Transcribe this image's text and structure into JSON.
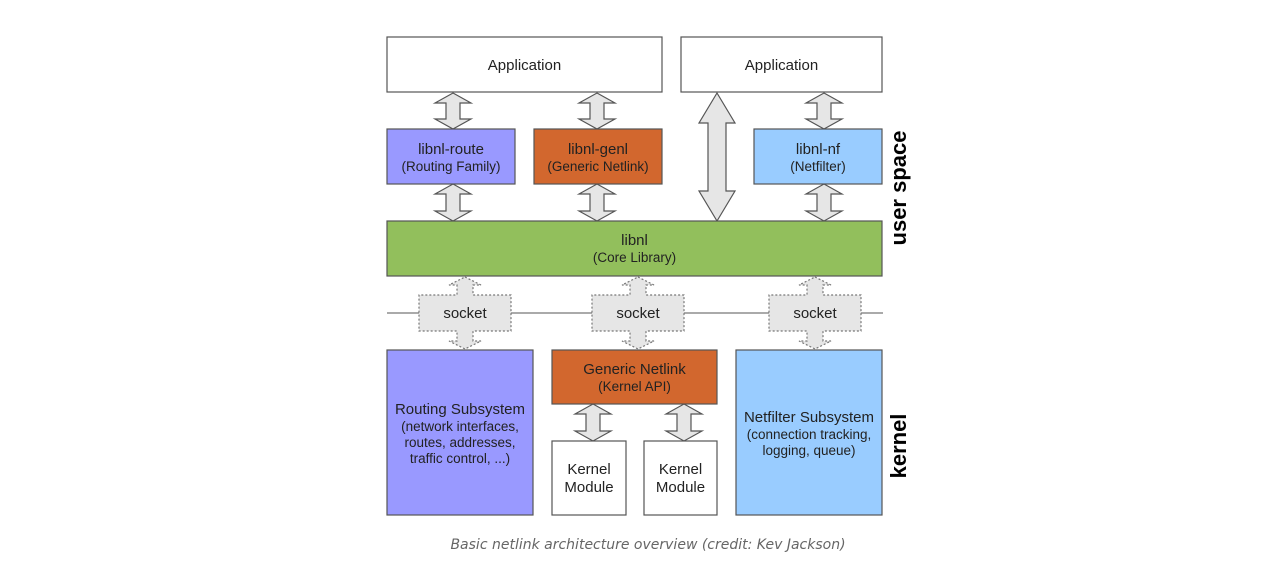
{
  "colors": {
    "route": "#9999ff",
    "genl": "#d2672e",
    "nf": "#99ccff",
    "core": "#92bf5c",
    "white": "#ffffff",
    "arrow_fill": "#e6e6e6",
    "stroke": "#555555"
  },
  "user_space": {
    "label": "user space",
    "applications": [
      {
        "label": "Application"
      },
      {
        "label": "Application"
      }
    ],
    "libraries": [
      {
        "name": "libnl-route",
        "sub": "(Routing Family)"
      },
      {
        "name": "libnl-genl",
        "sub": "(Generic Netlink)"
      },
      {
        "name": "libnl-nf",
        "sub": "(Netfilter)"
      }
    ],
    "core": {
      "name": "libnl",
      "sub": "(Core Library)"
    }
  },
  "sockets": [
    {
      "label": "socket"
    },
    {
      "label": "socket"
    },
    {
      "label": "socket"
    }
  ],
  "kernel": {
    "label": "kernel",
    "routing": {
      "lines": [
        "Routing Subsystem",
        "(network interfaces,",
        "routes, addresses,",
        "traffic control, ...)"
      ]
    },
    "genl": {
      "name": "Generic Netlink",
      "sub": "(Kernel API)"
    },
    "modules": [
      {
        "lines": [
          "Kernel",
          "Module"
        ]
      },
      {
        "lines": [
          "Kernel",
          "Module"
        ]
      }
    ],
    "netfilter": {
      "lines": [
        "Netfilter Subsystem",
        "(connection tracking,",
        "logging, queue)"
      ]
    }
  },
  "caption": "Basic netlink architecture overview (credit: Kev Jackson)"
}
